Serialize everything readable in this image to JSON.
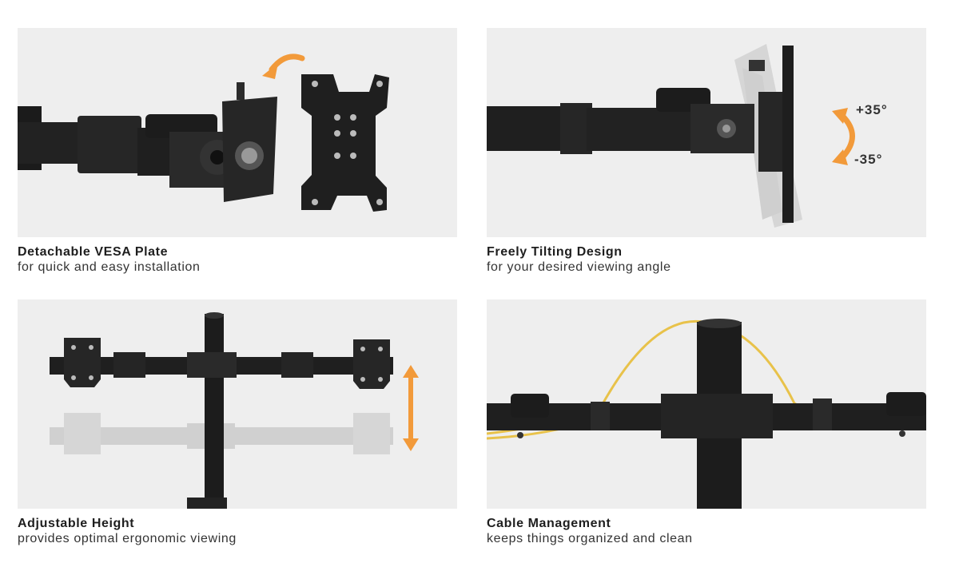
{
  "features": [
    {
      "title": "Detachable VESA Plate",
      "subtitle": "for quick and easy installation",
      "image": "vesa-plate-detach-photo"
    },
    {
      "title": "Freely Tilting Design",
      "subtitle": "for your desired viewing angle",
      "image": "tilting-head-photo",
      "angles": {
        "up": "+35°",
        "down": "-35°"
      }
    },
    {
      "title": "Adjustable Height",
      "subtitle": "provides optimal ergonomic viewing",
      "image": "height-adjust-photo"
    },
    {
      "title": "Cable Management",
      "subtitle": "keeps things organized and clean",
      "image": "cable-management-photo"
    }
  ],
  "colors": {
    "accent_orange": "#F29A3A",
    "metal_black": "#1c1c1c",
    "panel_bg": "#eeeeee",
    "cable_yellow": "#E8C24A"
  }
}
